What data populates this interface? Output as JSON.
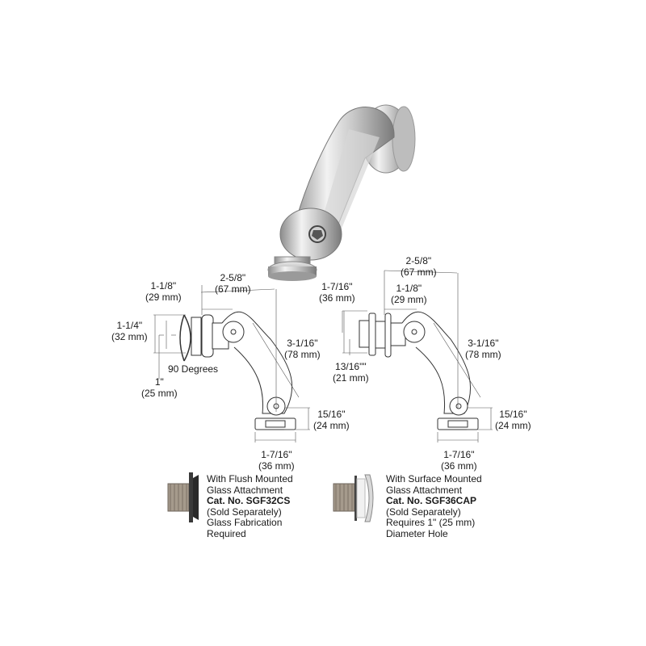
{
  "product_photo": {
    "name": "adjustable-arm-fitting-photo"
  },
  "left_diagram": {
    "dims": {
      "overall_width": {
        "in": "2-5/8\"",
        "mm": "(67 mm)"
      },
      "head_depth": {
        "in": "1-1/8\"",
        "mm": "(29 mm)"
      },
      "head_diameter": {
        "in": "1-1/4\"",
        "mm": "(32 mm)"
      },
      "angle": "90 Degrees",
      "hole": {
        "in": "1\"",
        "mm": "(25 mm)"
      },
      "arm_length": {
        "in": "3-1/16\"",
        "mm": "(78 mm)"
      },
      "base_height": {
        "in": "15/16\"",
        "mm": "(24 mm)"
      },
      "base_width": {
        "in": "1-7/16\"",
        "mm": "(36 mm)"
      }
    },
    "caption": {
      "line1": "With Flush Mounted",
      "line2": "Glass Attachment",
      "cat_no": "Cat. No. SGF32CS",
      "line4": "(Sold Separately)",
      "line5": "Glass Fabrication",
      "line6": "Required"
    }
  },
  "right_diagram": {
    "dims": {
      "overall_width": {
        "in": "2-5/8\"",
        "mm": "(67 mm)"
      },
      "cap_diameter": {
        "in": "1-7/16\"",
        "mm": "(36 mm)"
      },
      "head_depth": {
        "in": "1-1/8\"",
        "mm": "(29 mm)"
      },
      "hole": {
        "in": "13/16\"\"",
        "mm": "(21 mm)"
      },
      "arm_length": {
        "in": "3-1/16\"",
        "mm": "(78 mm)"
      },
      "base_height": {
        "in": "15/16\"",
        "mm": "(24 mm)"
      },
      "base_width": {
        "in": "1-7/16\"",
        "mm": "(36 mm)"
      }
    },
    "caption": {
      "line1": "With Surface Mounted",
      "line2": "Glass Attachment",
      "cat_no": "Cat. No. SGF36CAP",
      "line4": "(Sold Separately)",
      "line5": "Requires 1\" (25 mm)",
      "line6": "Diameter Hole"
    }
  }
}
